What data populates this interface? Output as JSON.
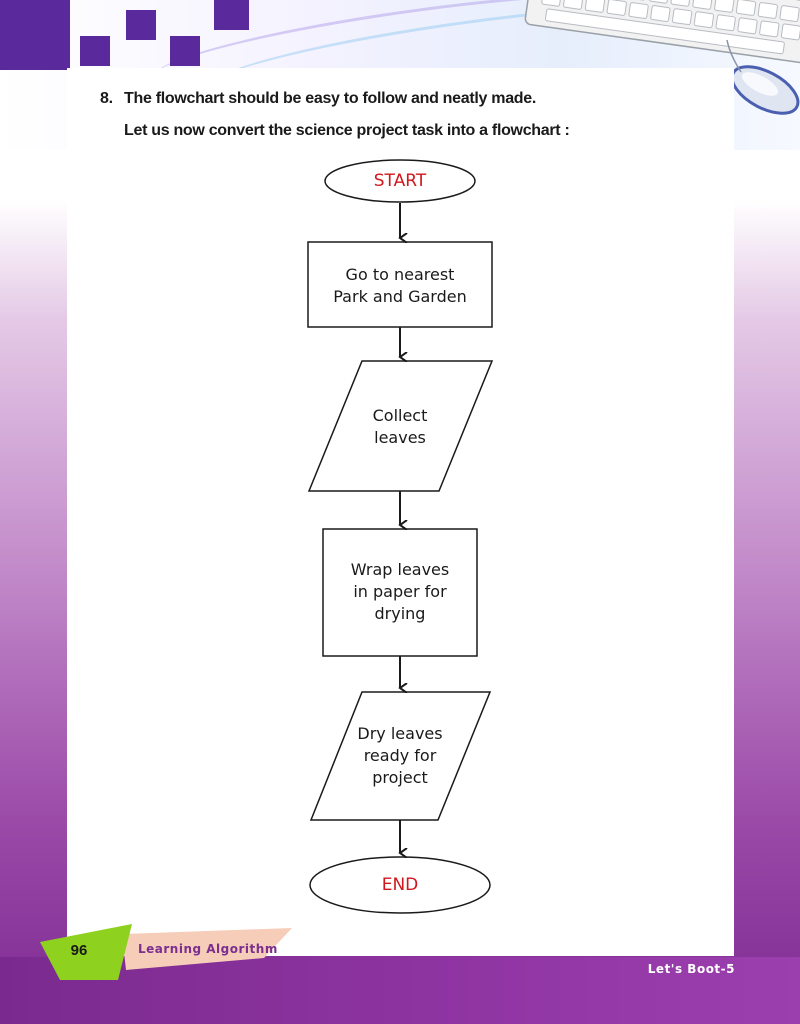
{
  "intro": {
    "item_number": "8.",
    "item_text": "The flowchart should be easy to follow and neatly made.",
    "lead_text": "Let us now convert the science project task into a flowchart :"
  },
  "flowchart": {
    "start": "START",
    "step1_line1": "Go to nearest",
    "step1_line2": "Park and Garden",
    "step2_line1": "Collect",
    "step2_line2": "leaves",
    "step3_line1": "Wrap leaves",
    "step3_line2": "in paper for",
    "step3_line3": "drying",
    "step4_line1": "Dry leaves",
    "step4_line2": "ready for",
    "step4_line3": "project",
    "end": "END"
  },
  "footer": {
    "page_number": "96",
    "chapter_title": "Learning Algorithm",
    "book_name": "Let's Boot-5"
  },
  "colors": {
    "terminal_text": "#d1161c",
    "page_accent": "#8d33a0",
    "tab_green": "#8ed11f",
    "tab_peach": "#f6cdb8"
  }
}
